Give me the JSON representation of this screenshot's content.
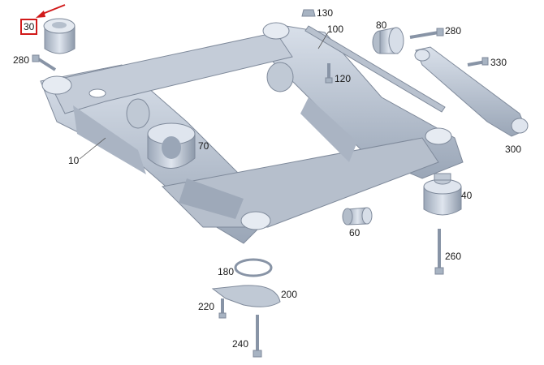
{
  "callouts": {
    "p10": "10",
    "p30": "30",
    "p40": "40",
    "p60": "60",
    "p70": "70",
    "p80": "80",
    "p100": "100",
    "p120": "120",
    "p130": "130",
    "p180": "180",
    "p200": "200",
    "p220": "220",
    "p240": "240",
    "p260": "260",
    "p280a": "280",
    "p280b": "280",
    "p300": "300",
    "p330": "330"
  },
  "highlight": {
    "part": "30",
    "color": "#d11a1a"
  },
  "colors": {
    "part_fill": "#c9d2de",
    "part_shade": "#a7b3c2",
    "part_dark": "#8894a6",
    "line": "#555555"
  }
}
